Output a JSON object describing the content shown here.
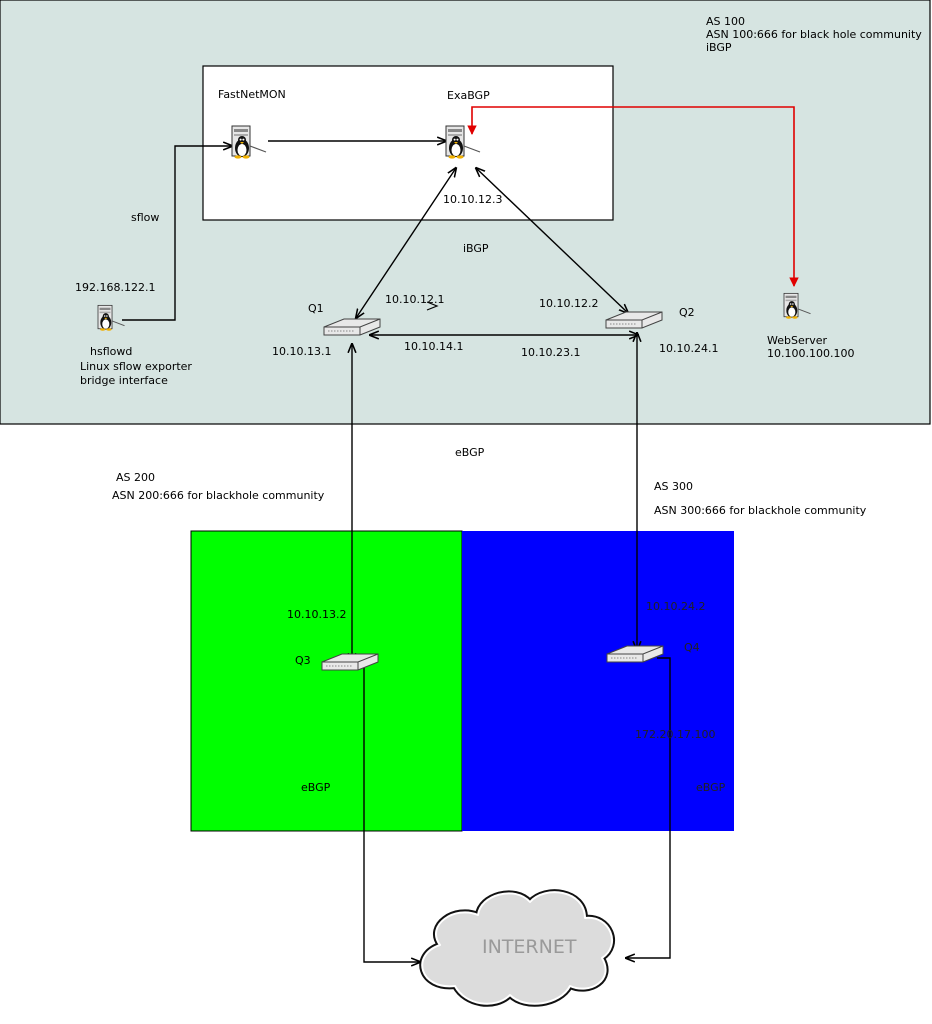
{
  "labels": {
    "as100_title": "AS 100",
    "as100_community": "ASN 100:666 for black hole community",
    "as100_ibgp": "iBGP",
    "fastnetmon": "FastNetMON",
    "exabgp": "ExaBGP",
    "exabgp_ip": "10.10.12.3",
    "sflow": "sflow",
    "ibgp_center": "iBGP",
    "hsflowd_ip": "192.168.122.1",
    "hsflowd_name": "hsflowd",
    "hsflowd_desc1": "Linux sflow exporter",
    "hsflowd_desc2": "bridge interface",
    "q1": "Q1",
    "q2": "Q2",
    "q1_link_ip": "10.10.12.1",
    "q2_link_ip": "10.10.12.2",
    "q1_q3_ip": "10.10.13.1",
    "q1_q2_ip": "10.10.14.1",
    "q2_q1_ip": "10.10.23.1",
    "q2_q4_ip": "10.10.24.1",
    "webserver_name": "WebServer",
    "webserver_ip": "10.100.100.100",
    "ebgp_center": "eBGP",
    "as200_title": "AS 200",
    "as200_community": "ASN 200:666 for blackhole community",
    "as300_title": "AS 300",
    "as300_community": "ASN 300:666 for blackhole community",
    "q3_ip": "10.10.13.2",
    "q3": "Q3",
    "q4_ip": "10.10.24.2",
    "q4": "Q4",
    "q4_internet_ip": "172.20.17.100",
    "ebgp_green": "eBGP",
    "ebgp_blue": "eBGP",
    "internet": "INTERNET"
  },
  "colors": {
    "as100_background": "#d6e4e1",
    "as200_background": "#00ff00",
    "as300_background": "#0000ff",
    "blackhole_route": "#e00000",
    "links": "#000000",
    "cloud": "#dcdcdc"
  },
  "icons": {
    "server": "linux-server-icon",
    "router": "router-icon",
    "cloud": "internet-cloud-icon"
  }
}
